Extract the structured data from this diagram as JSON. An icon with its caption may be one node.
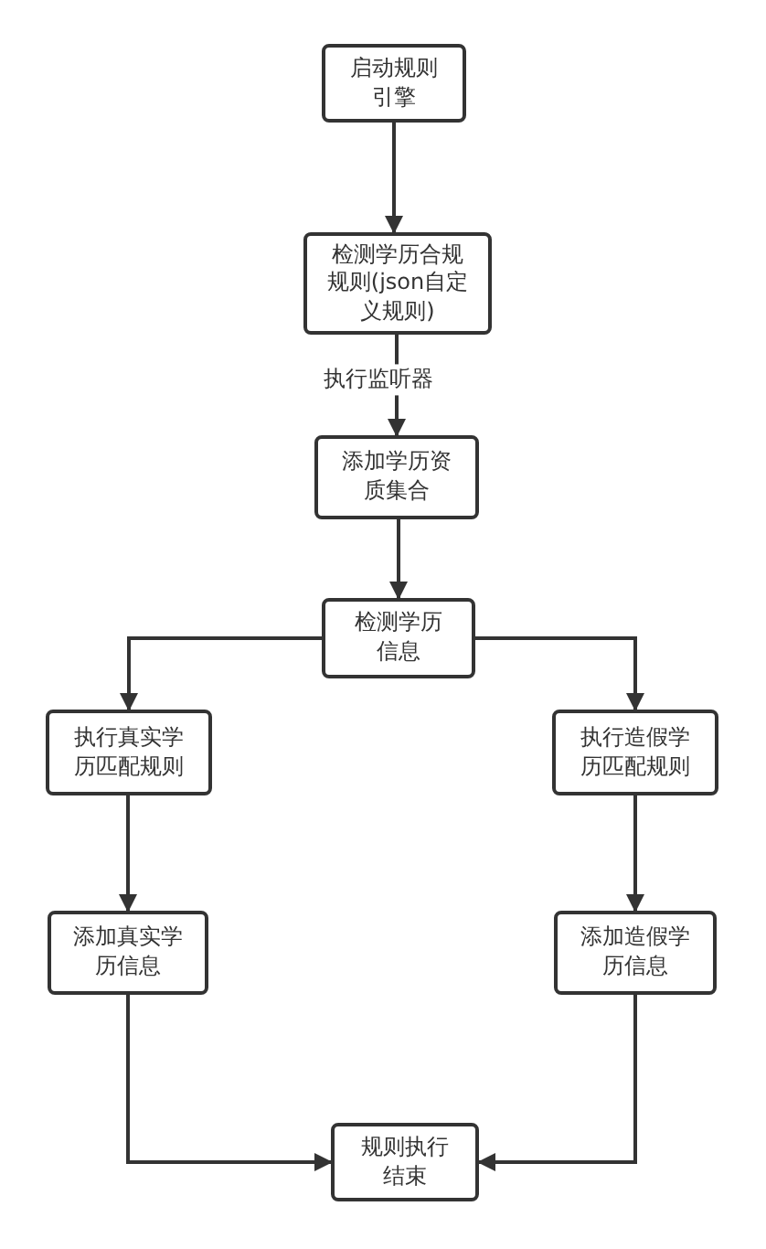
{
  "diagram": {
    "nodes": [
      {
        "text": [
          "启动规则引擎"
        ]
      },
      {
        "text": [
          "检测学历合规规则(json自定义规则)"
        ]
      },
      {
        "text": [
          "添加学历资质集合"
        ]
      },
      {
        "text": [
          "检测学历信息"
        ]
      },
      {
        "text": [
          "执行真实学历匹配规则"
        ]
      },
      {
        "text": [
          "执行造假学历匹配规则"
        ]
      },
      {
        "text": [
          "添加真实学历信息"
        ]
      },
      {
        "text": [
          "添加造假学历信息"
        ]
      },
      {
        "text": [
          "规则执行结束"
        ]
      }
    ],
    "edges": [
      {
        "from": 0,
        "to": 1,
        "arrow": "to"
      },
      {
        "from": 1,
        "to": 2,
        "arrow": "to",
        "label": "执行监听器"
      },
      {
        "from": 2,
        "to": 3,
        "arrow": "to"
      },
      {
        "from": 3,
        "to": 4,
        "arrow": "to"
      },
      {
        "from": 3,
        "to": 5,
        "arrow": "to"
      },
      {
        "from": 4,
        "to": 6,
        "arrow": "to"
      },
      {
        "from": 5,
        "to": 7,
        "arrow": "to"
      },
      {
        "from": 6,
        "to": 8,
        "arrow": "to"
      },
      {
        "from": 7,
        "to": 8,
        "arrow": "to"
      }
    ]
  }
}
